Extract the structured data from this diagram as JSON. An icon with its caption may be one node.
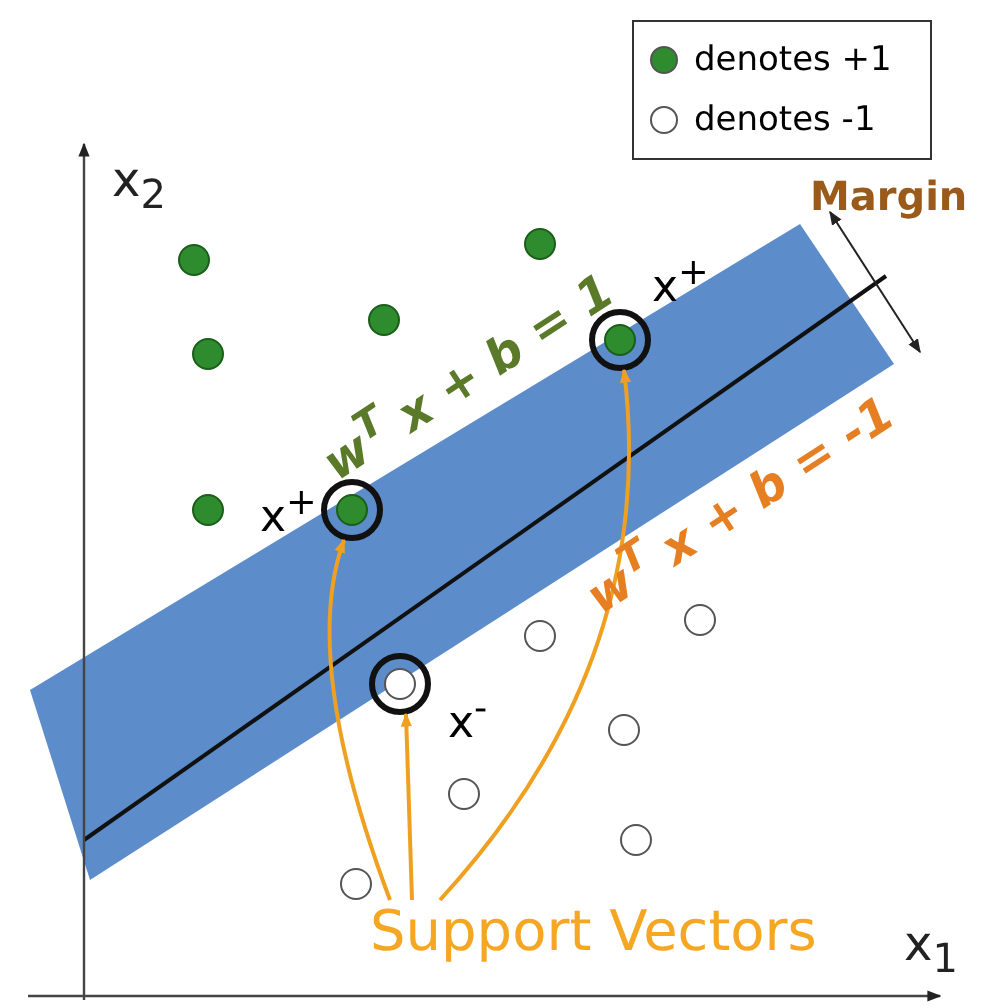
{
  "diagram": {
    "nodes": [
      {
        "text": [],
        "shape": "circle",
        "beside": [
          "x$^{+}$"
        ]
      },
      {
        "text": [],
        "shape": "circle",
        "beside": [
          "x$^{+}$"
        ]
      },
      {
        "text": [],
        "shape": "circle",
        "beside": [
          "x$^{-}$"
        ]
      },
      {
        "text": [
          "Support Vectors"
        ]
      }
    ],
    "edges": [
      {
        "from": 3,
        "to": 0,
        "arrow": "to"
      },
      {
        "from": 3,
        "to": 1,
        "arrow": "to"
      },
      {
        "from": 3,
        "to": 2,
        "arrow": "to"
      }
    ],
    "labels": [
      "x$_{2}$",
      "Margin",
      "w$^{T}$ x + b = 1",
      "w$^{T}$ x + b = -1",
      "x$_{1}$"
    ],
    "legend": [
      {
        "text": "denotes +1",
        "color": "#2e8b2e"
      },
      {
        "text": "denotes -1"
      }
    ]
  }
}
